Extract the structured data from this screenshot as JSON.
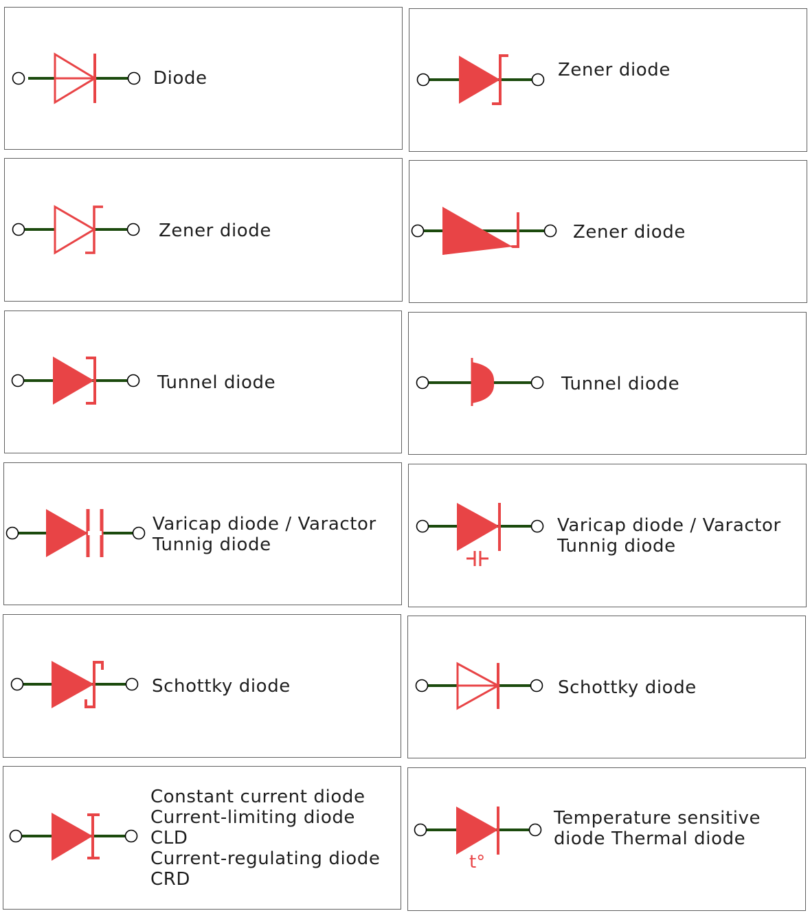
{
  "colors": {
    "symbol": "#e84446",
    "wire": "#1b4a0d",
    "terminal": "#000000",
    "border": "#5f5f5f"
  },
  "cells": [
    {
      "name": "diode",
      "symbol": "diode-outline",
      "lines": [
        "Diode"
      ]
    },
    {
      "name": "zener-diode-filled",
      "symbol": "zener-filled",
      "lines": [
        "Zener diode"
      ]
    },
    {
      "name": "zener-diode-outline",
      "symbol": "zener-outline",
      "lines": [
        "Zener diode"
      ]
    },
    {
      "name": "zener-diode-slanted",
      "symbol": "zener-slanted",
      "lines": [
        "Zener diode"
      ]
    },
    {
      "name": "tunnel-diode-bracket",
      "symbol": "tunnel-bracket",
      "lines": [
        "Tunnel diode"
      ]
    },
    {
      "name": "tunnel-diode-dome",
      "symbol": "tunnel-dome",
      "lines": [
        "Tunnel diode"
      ]
    },
    {
      "name": "varicap-diode-capacitor",
      "symbol": "varicap-capacitor",
      "lines": [
        "Varicap diode / Varactor",
        "Tunnig diode"
      ]
    },
    {
      "name": "varicap-diode-small-cap",
      "symbol": "varicap-small-cap",
      "lines": [
        "Varicap diode / Varactor",
        "Tunnig diode"
      ]
    },
    {
      "name": "schottky-diode-filled",
      "symbol": "schottky-filled",
      "lines": [
        "Schottky diode"
      ]
    },
    {
      "name": "schottky-diode-outline",
      "symbol": "schottky-outline",
      "lines": [
        "Schottky diode"
      ]
    },
    {
      "name": "constant-current-diode",
      "symbol": "constant-current",
      "lines": [
        "Constant current diode",
        "Current-limiting diode",
        "CLD",
        "Current-regulating diode",
        "CRD"
      ]
    },
    {
      "name": "temperature-sensitive-diode",
      "symbol": "thermal",
      "lines": [
        "Temperature sensitive",
        "diode  Thermal diode"
      ],
      "tag": "t°"
    }
  ]
}
